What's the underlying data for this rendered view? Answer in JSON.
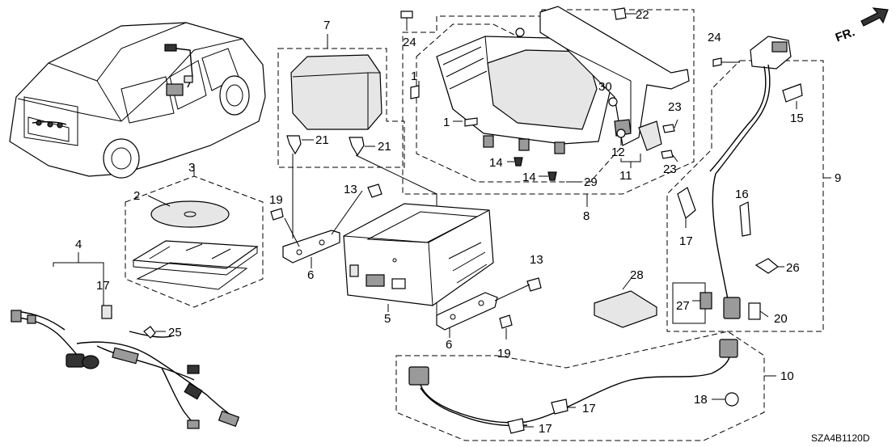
{
  "diagram": {
    "direction_label": "FR.",
    "part_code": "SZA4B1120D",
    "callouts": [
      "1",
      "1",
      "2",
      "3",
      "4",
      "5",
      "6",
      "6",
      "7",
      "8",
      "9",
      "10",
      "11",
      "12",
      "13",
      "13",
      "14",
      "14",
      "15",
      "16",
      "17",
      "17",
      "17",
      "17",
      "18",
      "19",
      "19",
      "20",
      "21",
      "21",
      "22",
      "23",
      "23",
      "24",
      "24",
      "25",
      "26",
      "27",
      "28",
      "29",
      "30"
    ]
  }
}
